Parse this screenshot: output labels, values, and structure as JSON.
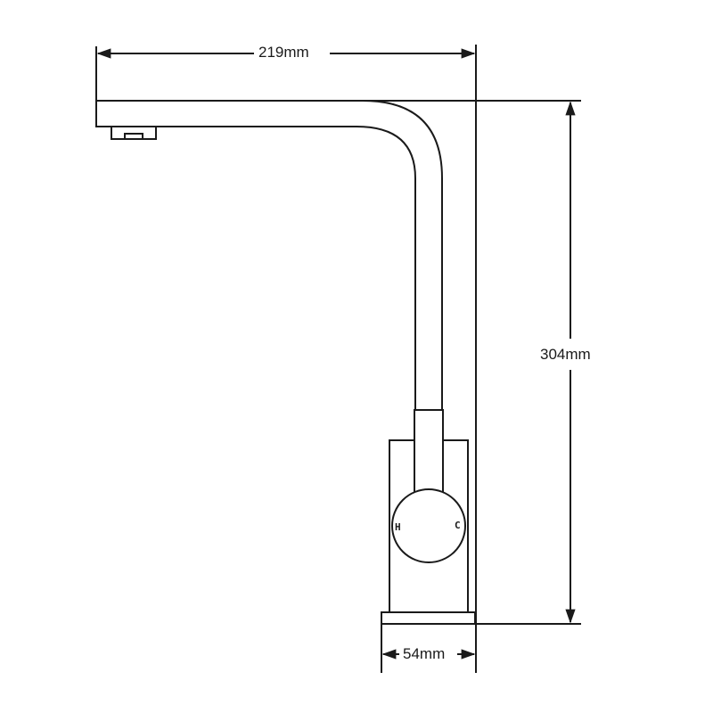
{
  "diagram": {
    "subject": "Kitchen mixer tap side elevation",
    "stroke_color": "#1a1a1a",
    "background": "#ffffff",
    "dimensions": {
      "reach": {
        "label": "219mm",
        "orientation": "horizontal"
      },
      "height": {
        "label": "304mm",
        "orientation": "vertical"
      },
      "base_width": {
        "label": "54mm",
        "orientation": "horizontal"
      }
    },
    "handle": {
      "hot_label": "H",
      "cold_label": "C"
    }
  }
}
